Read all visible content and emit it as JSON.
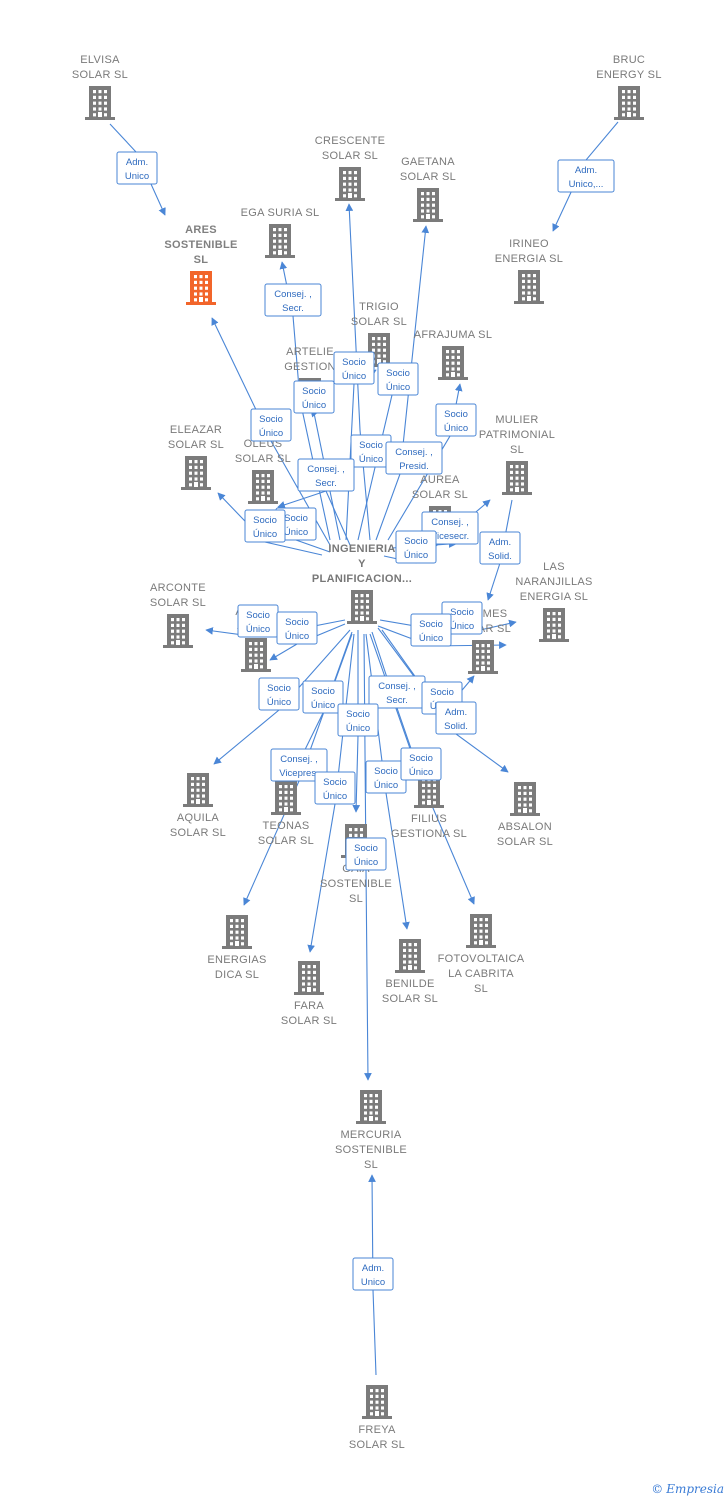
{
  "brand": {
    "copyright": "©",
    "name": "Empresia"
  },
  "colors": {
    "edge": "#4a86d6",
    "node": "#7b7b7b",
    "highlight": "#f2652a"
  },
  "nodes": [
    {
      "id": "elvisa",
      "lines": [
        "ELVISA",
        "SOLAR  SL"
      ]
    },
    {
      "id": "bruc",
      "lines": [
        "BRUC",
        "ENERGY  SL"
      ]
    },
    {
      "id": "crescente",
      "lines": [
        "CRESCENTE",
        "SOLAR  SL"
      ]
    },
    {
      "id": "gaetana",
      "lines": [
        "GAETANA",
        "SOLAR  SL"
      ]
    },
    {
      "id": "egasuria",
      "lines": [
        "EGA SURIA  SL"
      ]
    },
    {
      "id": "ares",
      "lines": [
        "ARES",
        "SOSTENIBLE",
        "SL"
      ],
      "highlight": true
    },
    {
      "id": "irineo",
      "lines": [
        "IRINEO",
        "ENERGIA SL"
      ]
    },
    {
      "id": "trigio",
      "lines": [
        "TRIGIO",
        "SOLAR  SL"
      ]
    },
    {
      "id": "afrajuma",
      "lines": [
        "AFRAJUMA SL"
      ]
    },
    {
      "id": "artelie",
      "lines": [
        "ARTELIE",
        "GESTION"
      ]
    },
    {
      "id": "mulier",
      "lines": [
        "MULIER",
        "PATRIMONIAL",
        "SL"
      ]
    },
    {
      "id": "eleazar",
      "lines": [
        "ELEAZAR",
        "SOLAR  SL"
      ]
    },
    {
      "id": "oleus",
      "lines": [
        "OLEUS",
        "SOLAR  SL"
      ]
    },
    {
      "id": "aurea",
      "lines": [
        "AUREA",
        "SOLAR  SL"
      ]
    },
    {
      "id": "ingenieria",
      "lines": [
        "INGENIERIA",
        "Y",
        "PLANIFICACION..."
      ],
      "main": true
    },
    {
      "id": "arconte",
      "lines": [
        "ARCONTE",
        "SOLAR  SL"
      ]
    },
    {
      "id": "argeo",
      "lines": [
        "ARGEO",
        "SOLAR"
      ]
    },
    {
      "id": "lasnaranjillas",
      "lines": [
        "LAS",
        "NARANJILLAS",
        "ENERGIA  SL"
      ]
    },
    {
      "id": "hermes",
      "lines": [
        "HERMES",
        "SOLAR  SL"
      ]
    },
    {
      "id": "aquila",
      "lines": [
        "AQUILA",
        "SOLAR  SL"
      ]
    },
    {
      "id": "teonas",
      "lines": [
        "TEONAS",
        "SOLAR  SL"
      ]
    },
    {
      "id": "filius",
      "lines": [
        "FILIUS",
        "GESTIONA  SL"
      ]
    },
    {
      "id": "absalon",
      "lines": [
        "ABSALON",
        "SOLAR  SL"
      ]
    },
    {
      "id": "gaia",
      "lines": [
        "GAIA",
        "SOSTENIBLE",
        "SL"
      ]
    },
    {
      "id": "energias",
      "lines": [
        "ENERGIAS",
        "DICA SL"
      ]
    },
    {
      "id": "fotovoltaica",
      "lines": [
        "FOTOVOLTAICA",
        "LA CABRITA",
        "SL"
      ]
    },
    {
      "id": "benilde",
      "lines": [
        "BENILDE",
        "SOLAR  SL"
      ]
    },
    {
      "id": "fara",
      "lines": [
        "FARA",
        "SOLAR  SL"
      ]
    },
    {
      "id": "mercuria",
      "lines": [
        "MERCURIA",
        "SOSTENIBLE",
        "SL"
      ]
    },
    {
      "id": "freya",
      "lines": [
        "FREYA",
        "SOLAR  SL"
      ]
    }
  ],
  "relations": [
    {
      "id": "r-elvisa",
      "lines": [
        "Adm.",
        "Unico"
      ]
    },
    {
      "id": "r-bruc",
      "lines": [
        "Adm.",
        "Unico,..."
      ]
    },
    {
      "id": "r-egasuria",
      "lines": [
        "Consej. ,",
        "Secr."
      ]
    },
    {
      "id": "r-trigio",
      "lines": [
        "Socio",
        "Único"
      ]
    },
    {
      "id": "r-trigio2",
      "lines": [
        "Socio",
        "Único"
      ]
    },
    {
      "id": "r-artelie",
      "lines": [
        "Socio",
        "Único"
      ]
    },
    {
      "id": "r-ares",
      "lines": [
        "Socio",
        "Único"
      ]
    },
    {
      "id": "r-afrajuma",
      "lines": [
        "Socio",
        "Único"
      ]
    },
    {
      "id": "r-crescente",
      "lines": [
        "Socio",
        "Único"
      ]
    },
    {
      "id": "r-gaetana",
      "lines": [
        "Consej. ,",
        "Presid."
      ]
    },
    {
      "id": "r-oleus",
      "lines": [
        "Consej. ,",
        "Secr."
      ]
    },
    {
      "id": "r-eleazar2",
      "lines": [
        "Socio",
        "Único"
      ]
    },
    {
      "id": "r-eleazar",
      "lines": [
        "Socio",
        "Único"
      ]
    },
    {
      "id": "r-aurea",
      "lines": [
        "Consej. ,",
        "Vicesecr."
      ]
    },
    {
      "id": "r-aurea2",
      "lines": [
        "Socio",
        "Único"
      ]
    },
    {
      "id": "r-mulier",
      "lines": [
        "Adm.",
        "Solid."
      ]
    },
    {
      "id": "r-arconte",
      "lines": [
        "Socio",
        "Único"
      ]
    },
    {
      "id": "r-argeo",
      "lines": [
        "Socio",
        "Único"
      ]
    },
    {
      "id": "r-lasnar",
      "lines": [
        "Socio",
        "Único"
      ]
    },
    {
      "id": "r-hermes",
      "lines": [
        "Socio",
        "Único"
      ]
    },
    {
      "id": "r-aquila",
      "lines": [
        "Socio",
        "Único"
      ]
    },
    {
      "id": "r-teonas",
      "lines": [
        "Socio",
        "Único"
      ]
    },
    {
      "id": "r-filius",
      "lines": [
        "Consej. ,",
        "Secr."
      ]
    },
    {
      "id": "r-filius2",
      "lines": [
        "Socio",
        "Único"
      ]
    },
    {
      "id": "r-absalon",
      "lines": [
        "Adm.",
        "Solid."
      ]
    },
    {
      "id": "r-gaia",
      "lines": [
        "Socio",
        "Único"
      ]
    },
    {
      "id": "r-energias",
      "lines": [
        "Consej. ,",
        "Vicepres."
      ]
    },
    {
      "id": "r-fara",
      "lines": [
        "Socio",
        "Único"
      ]
    },
    {
      "id": "r-benilde",
      "lines": [
        "Socio",
        "Único"
      ]
    },
    {
      "id": "r-fotov",
      "lines": [
        "Socio",
        "Único"
      ]
    },
    {
      "id": "r-gaia2",
      "lines": [
        "Socio",
        "Único"
      ]
    },
    {
      "id": "r-freya",
      "lines": [
        "Adm.",
        "Unico"
      ]
    }
  ]
}
